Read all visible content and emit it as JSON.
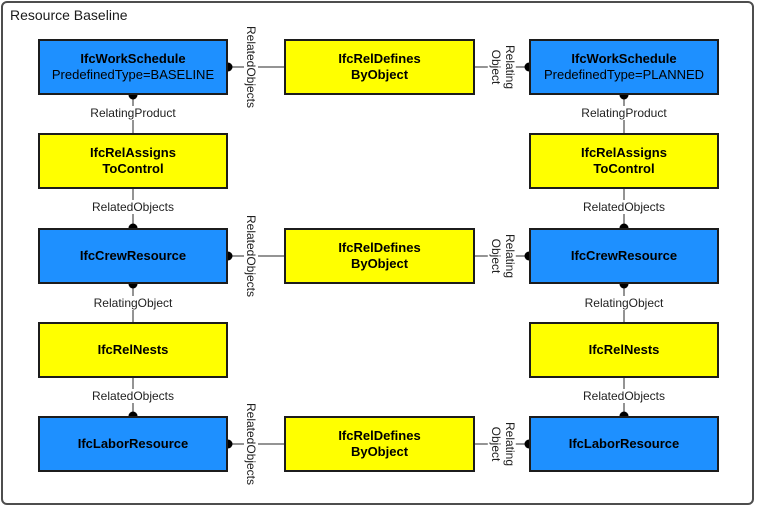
{
  "title": "Resource Baseline",
  "colors": {
    "entity_fill": "#1E90FF",
    "relation_fill": "#FFFF00",
    "line": "#707070",
    "connector_dot": "#000000"
  },
  "nodes": {
    "ws_baseline": {
      "title": "IfcWorkSchedule",
      "subtitle": "PredefinedType=BASELINE"
    },
    "ws_planned": {
      "title": "IfcWorkSchedule",
      "subtitle": "PredefinedType=PLANNED"
    },
    "relassigns": {
      "title": "IfcRelAssigns",
      "subtitle": "ToControl"
    },
    "reldefines": {
      "title": "IfcRelDefines",
      "subtitle": "ByObject"
    },
    "crew": {
      "title": "IfcCrewResource"
    },
    "relnests": {
      "title": "IfcRelNests"
    },
    "labor": {
      "title": "IfcLaborResource"
    }
  },
  "edges": {
    "relating_product": "RelatingProduct",
    "related_objects": "RelatedObjects",
    "relating_object": "RelatingObject",
    "relating_object_vertical": "Relating\nObject"
  }
}
